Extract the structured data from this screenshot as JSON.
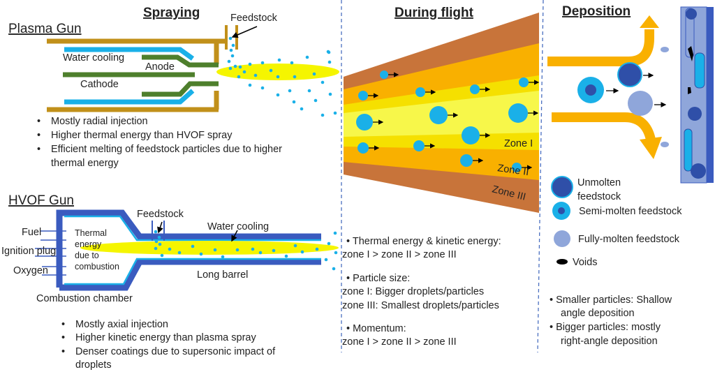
{
  "sections": {
    "spraying": "Spraying",
    "during_flight": "During flight",
    "deposition": "Deposition"
  },
  "plasma": {
    "title": "Plasma Gun",
    "feedstock": "Feedstock",
    "water_cooling": "Water cooling",
    "anode": "Anode",
    "cathode": "Cathode",
    "bullets": [
      "Mostly radial injection",
      "Higher thermal energy than HVOF spray",
      "Efficient melting of feedstock particles due to higher",
      "thermal energy"
    ]
  },
  "hvof": {
    "title": "HVOF Gun",
    "feedstock": "Feedstock",
    "water_cooling": "Water cooling",
    "fuel": "Fuel",
    "ignition": "Ignition plug",
    "oxygen": "Oxygen",
    "thermal": [
      "Thermal",
      "energy",
      "due to",
      "combustion"
    ],
    "long_barrel": "Long barrel",
    "chamber": "Combustion chamber",
    "bullets": [
      "Mostly axial injection",
      "Higher kinetic energy than plasma spray",
      "Denser coatings due to supersonic impact of",
      "droplets"
    ]
  },
  "flight": {
    "zones": [
      "Zone I",
      "Zone II",
      "Zone III"
    ],
    "lines": [
      "•   Thermal energy & kinetic energy:",
      "zone I > zone II > zone III",
      "•   Particle size:",
      "zone I: Bigger droplets/particles",
      "zone III: Smallest droplets/particles",
      "•   Momentum:",
      "zone I > zone II > zone III"
    ]
  },
  "deposition": {
    "legend": {
      "unmolten": [
        "Unmolten",
        "feedstock"
      ],
      "semi": "Semi-molten feedstock",
      "fully": "Fully-molten feedstock",
      "voids": "Voids"
    },
    "lines": [
      "•  Smaller particles: Shallow",
      "angle deposition",
      "•  Bigger particles: mostly",
      "right-angle deposition"
    ]
  },
  "colors": {
    "gold": "#c1901a",
    "green": "#4e7f2c",
    "lightblue": "#1ab0e8",
    "darkblue": "#3a5bbf",
    "yellow": "#f5f500",
    "orange": "#f9b000",
    "brown": "#c8743a",
    "molten": "#8fa6da"
  }
}
